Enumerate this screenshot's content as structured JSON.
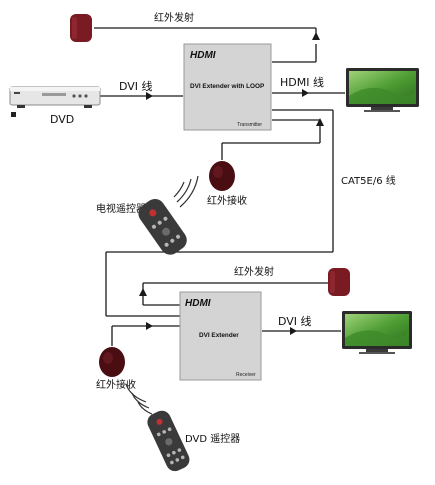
{
  "colors": {
    "wire": "#1a1a1a",
    "box_fill": "#d4d4d4",
    "box_stroke": "#9a9a9a",
    "ir_head": "#7a1a22",
    "ir_dark": "#4a0d12",
    "tv_frame": "#2b2b2b",
    "screen_green": "#5aa63a",
    "remote_body": "#3a3a3a",
    "dvd_body": "#e6e6e6"
  },
  "labels": {
    "ir_emit_top": "红外发射",
    "dvi_cable_in": "DVI 线",
    "dvd": "DVD",
    "hdmi_cable": "HDMI 线",
    "ir_recv_top": "红外接收",
    "tv_remote": "电视遥控器",
    "cat_cable": "CAT5E/6 线",
    "ir_emit_bottom": "红外发射",
    "dvi_cable_out": "DVI 线",
    "ir_recv_bottom": "红外接收",
    "dvd_remote": "DVD 遥控器"
  },
  "transmitter": {
    "logo": "HDMI",
    "title": "DVI Extender with LOOP",
    "tag": "Transmitter"
  },
  "receiver": {
    "logo": "HDMI",
    "title": "DVI Extender",
    "tag": "Receiver"
  },
  "icons": {
    "dvd_player": "dvd-player-icon",
    "tv": "tv-icon",
    "ir_emitter": "ir-emitter-icon",
    "ir_receiver": "ir-receiver-icon",
    "remote": "remote-control-icon",
    "signal_waves": "signal-waves-icon"
  }
}
